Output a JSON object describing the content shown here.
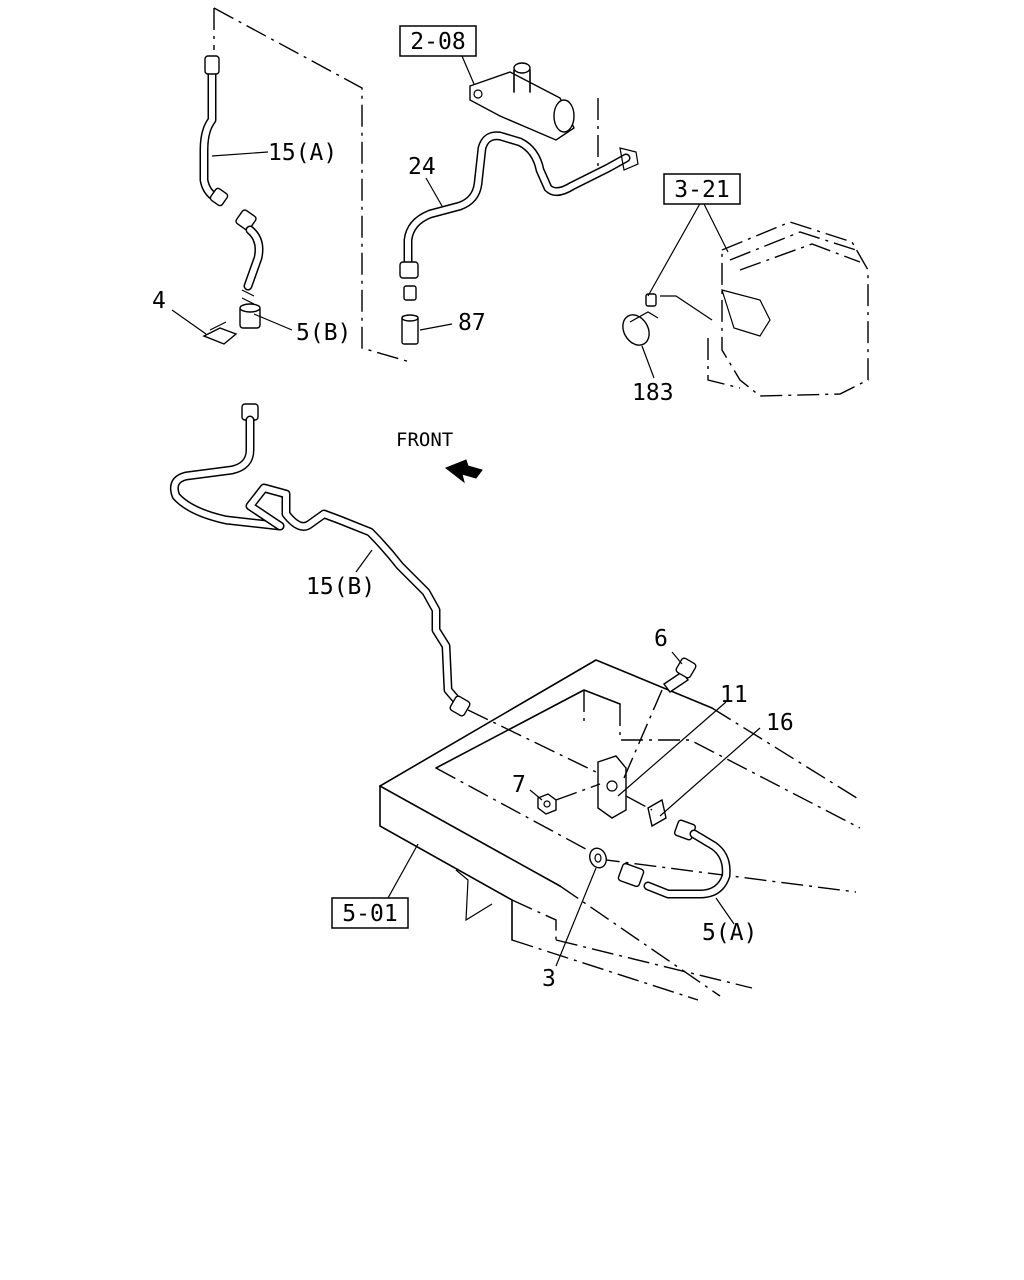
{
  "diagram": {
    "direction_label": "FRONT",
    "ref_boxes": [
      "2-08",
      "3-21",
      "5-01"
    ],
    "part_labels": {
      "p15a": "15(A)",
      "p24": "24",
      "p4": "4",
      "p5b": "5(B)",
      "p87": "87",
      "p183": "183",
      "p15b": "15(B)",
      "p6": "6",
      "p11": "11",
      "p16": "16",
      "p7": "7",
      "p5a": "5(A)",
      "p3": "3"
    }
  }
}
